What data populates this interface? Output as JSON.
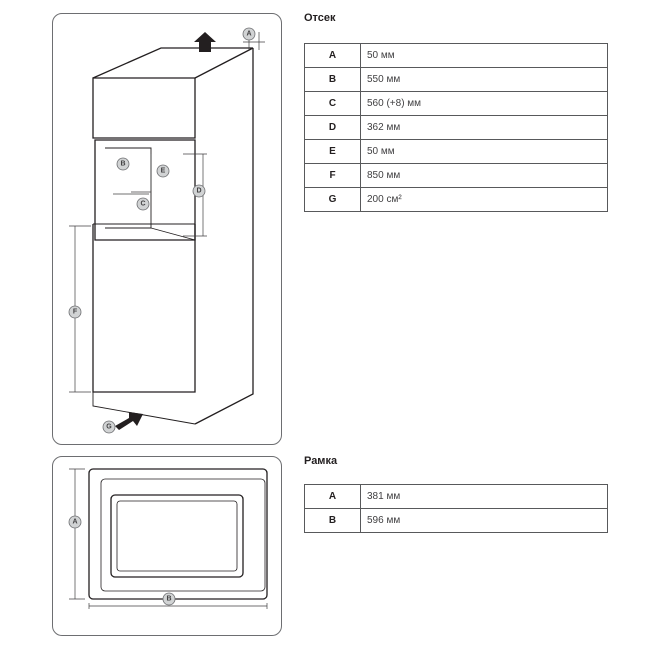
{
  "compartment": {
    "title": "Отсек",
    "rows": [
      {
        "key": "A",
        "value": "50 мм"
      },
      {
        "key": "B",
        "value": "550 мм"
      },
      {
        "key": "C",
        "value": "560 (+8) мм"
      },
      {
        "key": "D",
        "value": "362 мм"
      },
      {
        "key": "E",
        "value": "50 мм"
      },
      {
        "key": "F",
        "value": "850 мм"
      },
      {
        "key": "G",
        "value": "200 см²"
      }
    ],
    "diagram_labels": [
      "A",
      "B",
      "C",
      "D",
      "E",
      "F",
      "G"
    ]
  },
  "frame": {
    "title": "Рамка",
    "rows": [
      {
        "key": "A",
        "value": "381 мм"
      },
      {
        "key": "B",
        "value": "596 мм"
      }
    ],
    "diagram_labels": [
      "A",
      "B"
    ]
  }
}
